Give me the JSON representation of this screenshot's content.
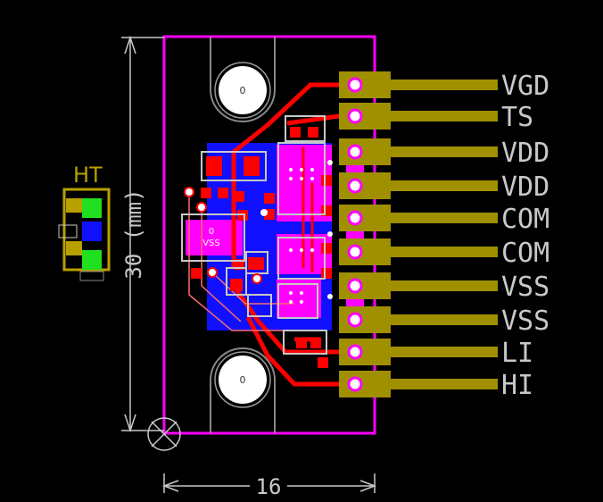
{
  "pins": [
    {
      "label": "VGD"
    },
    {
      "label": "TS"
    },
    {
      "label": "VDD"
    },
    {
      "label": "VDD"
    },
    {
      "label": "COM"
    },
    {
      "label": "COM"
    },
    {
      "label": "VSS"
    },
    {
      "label": "VSS"
    },
    {
      "label": "LI"
    },
    {
      "label": "HI"
    }
  ],
  "dimensions": {
    "vertical": "30 (mm)",
    "horizontal": "16"
  },
  "holes": {
    "top_label": "0",
    "bottom_label": "0"
  },
  "chip": {
    "line1": "0",
    "line2": "VSS"
  },
  "refdes": {
    "label": "HT"
  },
  "colors": {
    "outline": "#ff00ff",
    "copper_top": "#ff0000",
    "copper_bottom": "#1010ff",
    "gold_pad": "#a09000",
    "silkscreen": "#c8c8c8"
  }
}
